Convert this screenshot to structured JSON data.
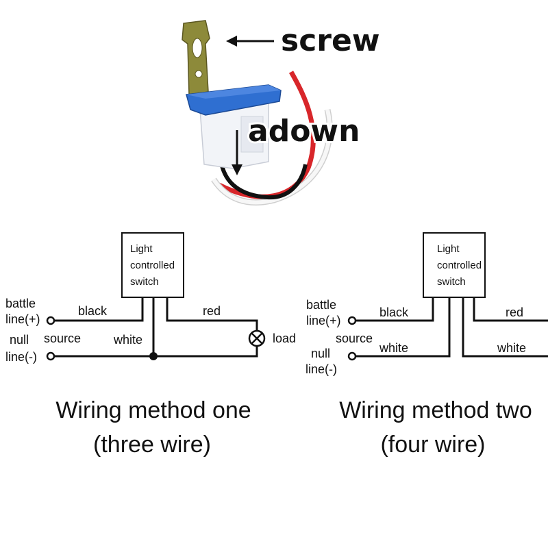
{
  "photo": {
    "screw_label": "screw",
    "adown_label": "adown",
    "colors": {
      "cap": "#2f6fd1",
      "body": "#f2f4f8",
      "bracket": "#8d8a3a",
      "wire_red": "#d8262a",
      "wire_black": "#111111",
      "wire_white": "#f7f7f7"
    }
  },
  "method_one": {
    "box_lines": [
      "Light",
      "controlled",
      "switch"
    ],
    "battle_line": [
      "battle",
      "line(+)"
    ],
    "null_line": [
      "null",
      "line(-)"
    ],
    "source": "source",
    "black": "black",
    "white": "white",
    "red": "red",
    "load": "load",
    "caption_line1": "Wiring method one",
    "caption_line2": "(three wire)"
  },
  "method_two": {
    "box_lines": [
      "Light",
      "controlled",
      "switch"
    ],
    "battle_line": [
      "battle",
      "line(+)"
    ],
    "null_line": [
      "null",
      "line(-)"
    ],
    "source": "source",
    "black": "black",
    "white_left": "white",
    "red": "red",
    "white_right": "white",
    "caption_line1": "Wiring method two",
    "caption_line2": "(four wire)"
  }
}
